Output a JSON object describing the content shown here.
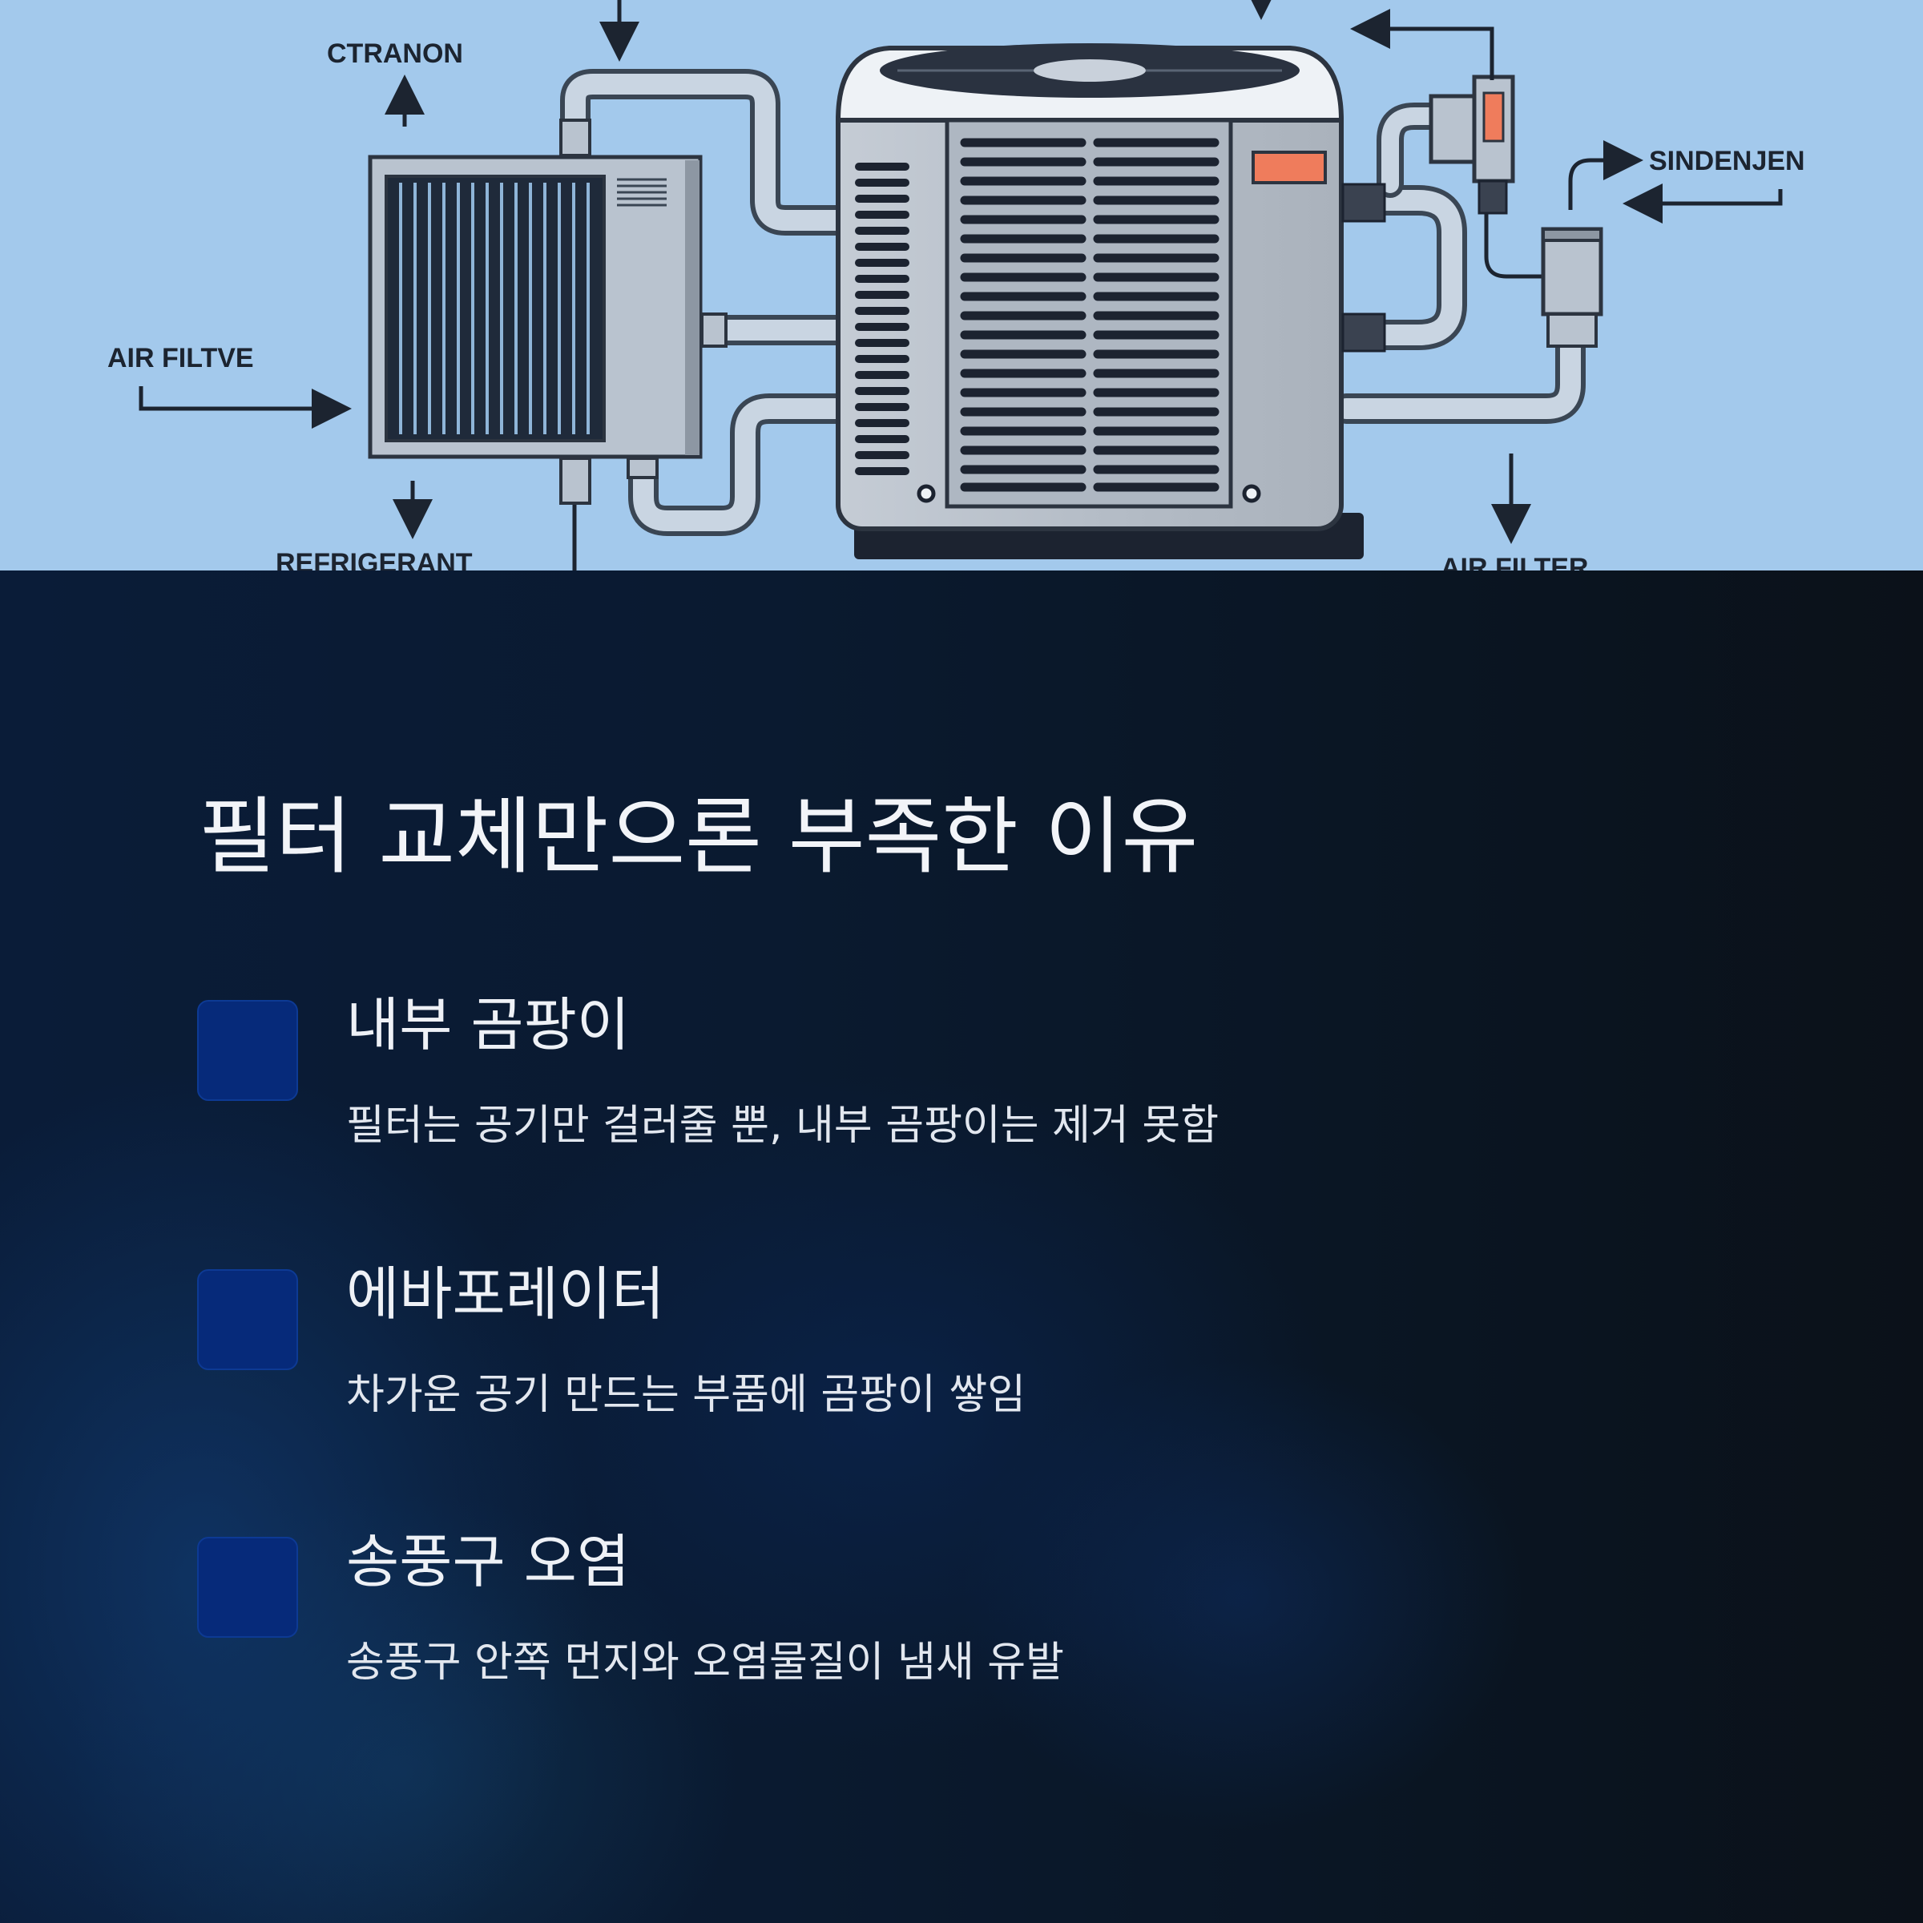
{
  "diagram": {
    "labels": {
      "ctranon": "CTRANON",
      "air_filtve": "AIR FILTVE",
      "refrigerant": "REFRIGERANT",
      "sindenjen": "SINDENJEN",
      "air_filter": "AIR FILTER"
    },
    "colors": {
      "sky": "#a3c9ec",
      "unit_body": "#b8c0ca",
      "pipe": "#c7d3e0",
      "accent_panel": "#ef7c5c"
    }
  },
  "main": {
    "title": "필터 교체만으론 부족한 이유",
    "reasons": [
      {
        "heading": "내부 곰팡이",
        "description": "필터는 공기만 걸러줄 뿐, 내부 곰팡이는 제거 못함"
      },
      {
        "heading": "에바포레이터",
        "description": "차가운 공기 만드는 부품에 곰팡이 쌓임"
      },
      {
        "heading": "송풍구 오염",
        "description": "송풍구 안쪽 먼지와 오염물질이 냄새 유발"
      }
    ],
    "colors": {
      "background": "#0b1626",
      "box": "#062a7a",
      "text": "#f2f4f8"
    }
  }
}
